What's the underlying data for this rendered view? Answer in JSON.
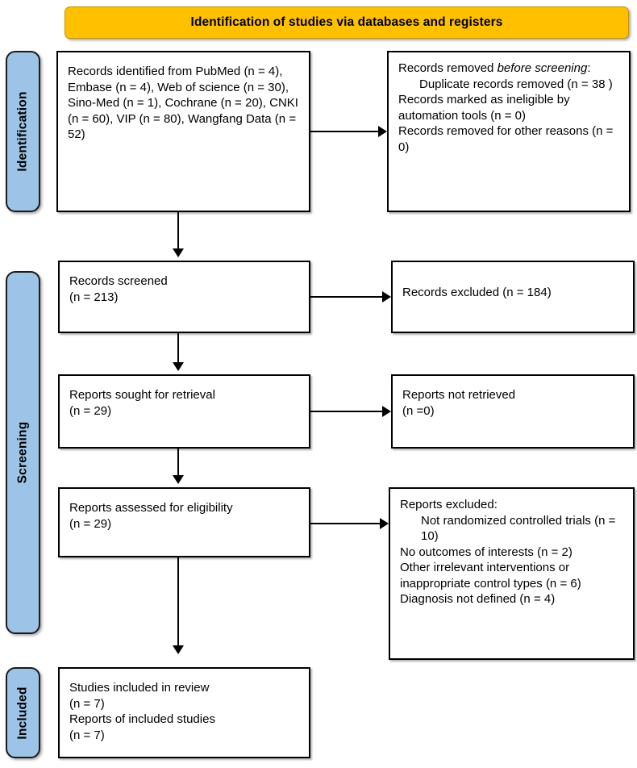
{
  "header": {
    "title": "Identification of studies via databases and registers",
    "background_color": "#FFC000"
  },
  "stages": {
    "color": "#9DC3E6",
    "identification": "Identification",
    "screening": "Screening",
    "included": "Included"
  },
  "boxes": {
    "identified": {
      "lines": [
        "Records identified from PubMed (n = 4), Embase (n = 4), Web of science (n = 30), Sino-Med (n = 1), Cochrane (n = 20), CNKI (n = 60), VIP (n = 80), Wangfang Data (n = 52)"
      ]
    },
    "removed": {
      "heading_prefix": "Records removed ",
      "heading_italic": "before screening",
      "heading_suffix": ":",
      "items": [
        "Duplicate records removed (n = 38 )",
        "Records marked as ineligible by automation tools (n = 0)",
        "Records removed for other reasons (n = 0)"
      ]
    },
    "screened": {
      "line1": "Records screened",
      "line2": "(n = 213)"
    },
    "excluded": {
      "line1": "Records excluded (n = 184)"
    },
    "sought": {
      "line1": "Reports sought for retrieval",
      "line2": "(n = 29)"
    },
    "not_retrieved": {
      "line1": "Reports not retrieved",
      "line2": "(n =0)"
    },
    "eligibility": {
      "line1": "Reports assessed for eligibility",
      "line2": "(n = 29)"
    },
    "reports_excluded": {
      "heading": "Reports excluded:",
      "items": [
        "Not randomized controlled trials (n = 10)",
        "No outcomes of interests (n = 2)",
        "Other irrelevant interventions or inappropriate control types (n = 6)",
        "Diagnosis not defined (n = 4)"
      ]
    },
    "included": {
      "line1": "Studies included in review",
      "line2": "(n = 7)",
      "line3": "Reports of included studies",
      "line4": "(n = 7)"
    }
  }
}
